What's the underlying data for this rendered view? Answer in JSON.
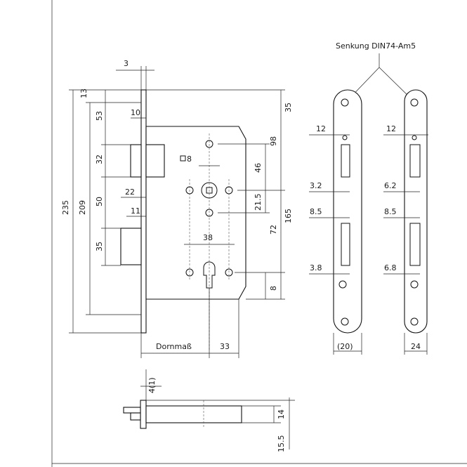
{
  "callout": {
    "countersink": "Senkung DIN74-Am5"
  },
  "lock_front_view": {
    "faceplate_thickness": "3",
    "top_offset": "13",
    "latch_height": "53",
    "latch_projection": "10",
    "latch_width": "32",
    "square_spindle": "8",
    "upper_hole_offset": "98",
    "spindle_to_top": "35",
    "spindle_spacing": "46",
    "spindle_to_screw": "21.5",
    "deadbolt_offset": "50",
    "deadbolt_projection": "22",
    "deadbolt_inner": "11",
    "bolt_height": "35",
    "overall_height": "235",
    "case_height": "209",
    "case_body": "165",
    "distance": "72",
    "cylinder_offset": "8",
    "hole_spacing": "38",
    "backset_label": "Dornmaß",
    "backset_cam": "33"
  },
  "strike_plate_left": {
    "top_width": "12",
    "offset_upper": "3.2",
    "width_mid": "8.5",
    "offset_lower": "3.8",
    "overall_width": "(20)"
  },
  "strike_plate_right": {
    "top_width": "12",
    "offset_upper": "6.2",
    "width_mid": "8.5",
    "offset_lower": "6.8",
    "overall_width": "24"
  },
  "side_view": {
    "latch_depth": "4(1)",
    "case_thickness": "14",
    "total_depth": "15.5"
  }
}
